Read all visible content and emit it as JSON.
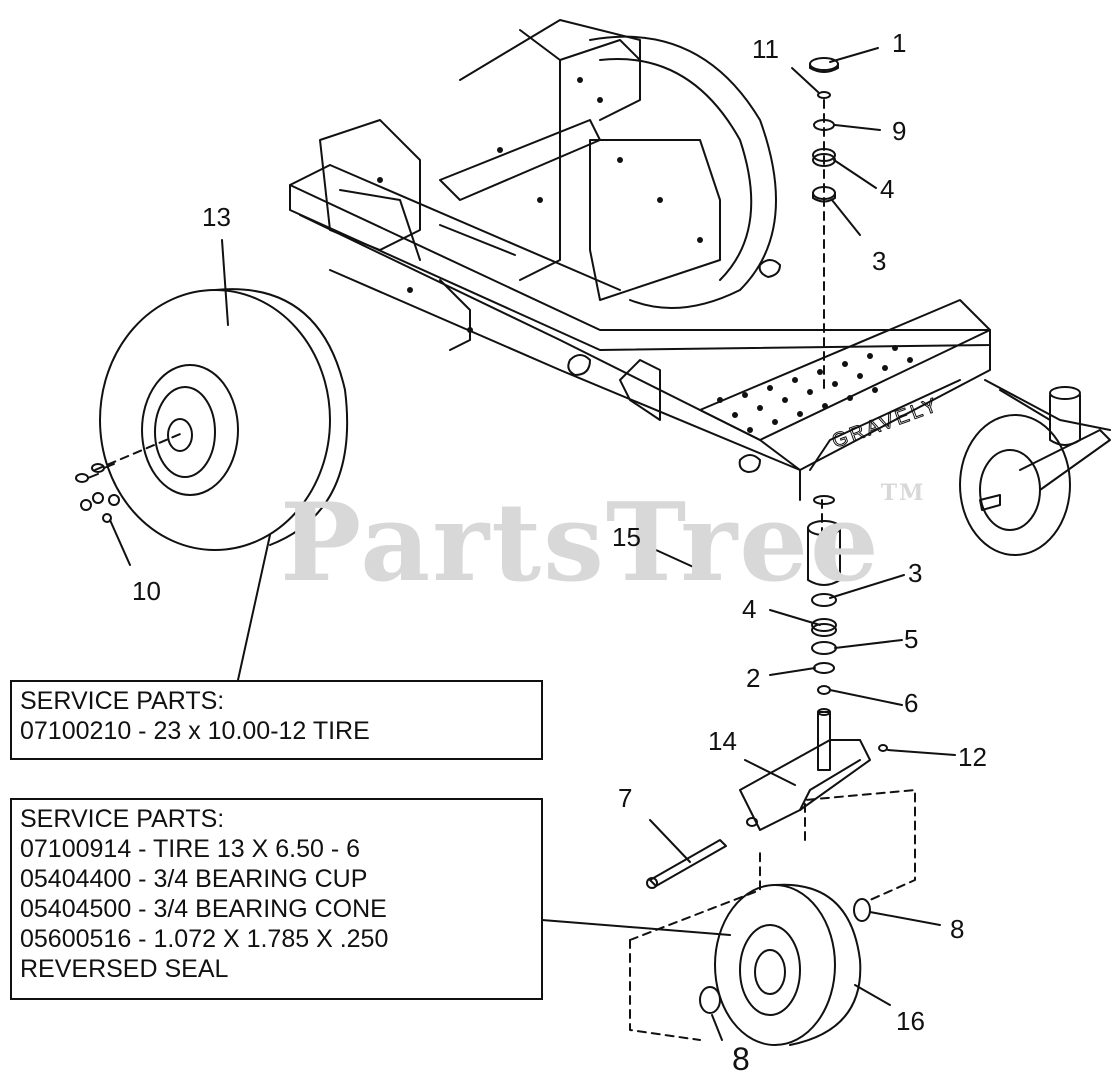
{
  "watermark": {
    "text": "PartsTree",
    "tm": "TM"
  },
  "frame_logo_text": "GRAVELY",
  "callouts": [
    {
      "id": "c1",
      "text": "1"
    },
    {
      "id": "c11",
      "text": "11"
    },
    {
      "id": "c9",
      "text": "9"
    },
    {
      "id": "c4a",
      "text": "4"
    },
    {
      "id": "c3a",
      "text": "3"
    },
    {
      "id": "c13",
      "text": "13"
    },
    {
      "id": "c10",
      "text": "10"
    },
    {
      "id": "c15",
      "text": "15"
    },
    {
      "id": "c3b",
      "text": "3"
    },
    {
      "id": "c4b",
      "text": "4"
    },
    {
      "id": "c5",
      "text": "5"
    },
    {
      "id": "c2",
      "text": "2"
    },
    {
      "id": "c6",
      "text": "6"
    },
    {
      "id": "c14",
      "text": "14"
    },
    {
      "id": "c12",
      "text": "12"
    },
    {
      "id": "c7",
      "text": "7"
    },
    {
      "id": "c8a",
      "text": "8"
    },
    {
      "id": "c16",
      "text": "16"
    },
    {
      "id": "c8b",
      "text": "8"
    }
  ],
  "service_boxes": [
    {
      "lines": [
        "SERVICE PARTS:",
        "07100210 - 23 x 10.00-12 TIRE"
      ]
    },
    {
      "lines": [
        "SERVICE PARTS:",
        "07100914 - TIRE 13 X 6.50 - 6",
        "05404400 - 3/4 BEARING CUP",
        "05404500 - 3/4 BEARING CONE",
        "05600516 - 1.072 X 1.785 X .250",
        "REVERSED SEAL"
      ]
    }
  ]
}
